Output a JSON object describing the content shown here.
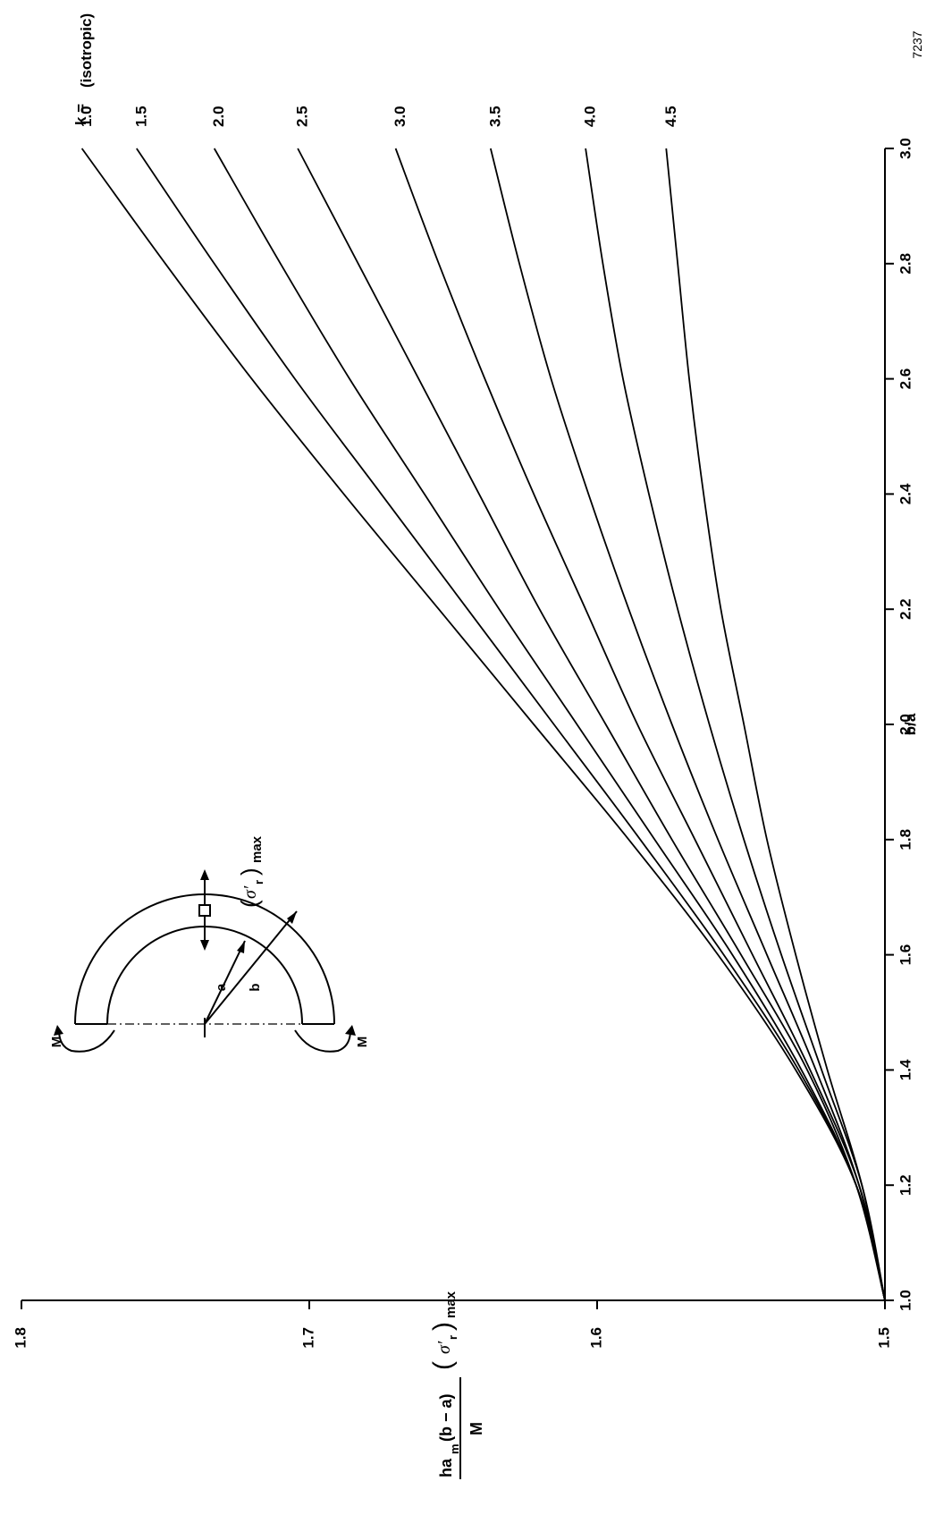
{
  "figure_id": "7237",
  "chart_data": {
    "type": "line",
    "xlabel": "b/a",
    "ylabel": {
      "numerator_main": "ha",
      "numerator_sub": "m",
      "numerator_paren": "(b − a)",
      "denominator": "M",
      "stress_symbol": "σ′",
      "stress_sub": "r",
      "stress_suffix": "max"
    },
    "xlim": [
      1.0,
      3.0
    ],
    "ylim": [
      1.5,
      1.8
    ],
    "x_ticks": [
      1.0,
      1.2,
      1.4,
      1.6,
      1.8,
      2.0,
      2.2,
      2.4,
      2.6,
      2.8,
      3.0
    ],
    "x_tick_labels": [
      "1.0",
      "1.2",
      "1.4",
      "1.6",
      "1.8",
      "2.0",
      "2.2",
      "2.4",
      "2.6",
      "2.8",
      "3.0"
    ],
    "y_ticks": [
      1.5,
      1.6,
      1.7,
      1.8
    ],
    "y_tick_labels": [
      "1.5",
      "1.6",
      "1.7",
      "1.8"
    ],
    "legend_title": "k =",
    "series": [
      {
        "name": "1.0",
        "label_extra": "(isotropic)",
        "x": [
          1.0,
          1.2,
          1.4,
          1.6,
          1.8,
          2.0,
          2.2,
          2.4,
          2.6,
          2.8,
          3.0
        ],
        "values": [
          1.5,
          1.51,
          1.531,
          1.558,
          1.589,
          1.622,
          1.655,
          1.688,
          1.72,
          1.75,
          1.779
        ]
      },
      {
        "name": "1.5",
        "x": [
          1.0,
          1.2,
          1.4,
          1.6,
          1.8,
          2.0,
          2.2,
          2.4,
          2.6,
          2.8,
          3.0
        ],
        "values": [
          1.5,
          1.51,
          1.53,
          1.556,
          1.585,
          1.615,
          1.645,
          1.675,
          1.705,
          1.733,
          1.76
        ]
      },
      {
        "name": "2.0",
        "x": [
          1.0,
          1.2,
          1.4,
          1.6,
          1.8,
          2.0,
          2.2,
          2.4,
          2.6,
          2.8,
          3.0
        ],
        "values": [
          1.5,
          1.51,
          1.529,
          1.553,
          1.58,
          1.607,
          1.634,
          1.66,
          1.686,
          1.71,
          1.733
        ]
      },
      {
        "name": "2.5",
        "x": [
          1.0,
          1.2,
          1.4,
          1.6,
          1.8,
          2.0,
          2.2,
          2.4,
          2.6,
          2.8,
          3.0
        ],
        "values": [
          1.5,
          1.51,
          1.527,
          1.55,
          1.574,
          1.597,
          1.62,
          1.641,
          1.662,
          1.683,
          1.704
        ]
      },
      {
        "name": "3.0",
        "x": [
          1.0,
          1.2,
          1.4,
          1.6,
          1.8,
          2.0,
          2.2,
          2.4,
          2.6,
          2.8,
          3.0
        ],
        "values": [
          1.5,
          1.509,
          1.526,
          1.546,
          1.566,
          1.586,
          1.604,
          1.622,
          1.639,
          1.655,
          1.67
        ]
      },
      {
        "name": "3.5",
        "x": [
          1.0,
          1.2,
          1.4,
          1.6,
          1.8,
          2.0,
          2.2,
          2.4,
          2.6,
          2.8,
          3.0
        ],
        "values": [
          1.5,
          1.509,
          1.524,
          1.541,
          1.558,
          1.574,
          1.589,
          1.603,
          1.616,
          1.627,
          1.637
        ]
      },
      {
        "name": "4.0",
        "x": [
          1.0,
          1.2,
          1.4,
          1.6,
          1.8,
          2.0,
          2.2,
          2.4,
          2.6,
          2.8,
          3.0
        ],
        "values": [
          1.5,
          1.508,
          1.522,
          1.536,
          1.549,
          1.561,
          1.572,
          1.582,
          1.591,
          1.598,
          1.604
        ]
      },
      {
        "name": "4.5",
        "x": [
          1.0,
          1.2,
          1.4,
          1.6,
          1.8,
          2.0,
          2.2,
          2.4,
          2.6,
          2.8,
          3.0
        ],
        "values": [
          1.5,
          1.508,
          1.52,
          1.531,
          1.541,
          1.549,
          1.557,
          1.563,
          1.568,
          1.572,
          1.576
        ]
      }
    ]
  },
  "inset": {
    "moment_label_left": "M",
    "moment_label_right": "M",
    "inner_radius_label": "a",
    "outer_radius_label": "b",
    "stress_symbol": "σ′",
    "stress_sub": "r",
    "stress_suffix": "max"
  }
}
